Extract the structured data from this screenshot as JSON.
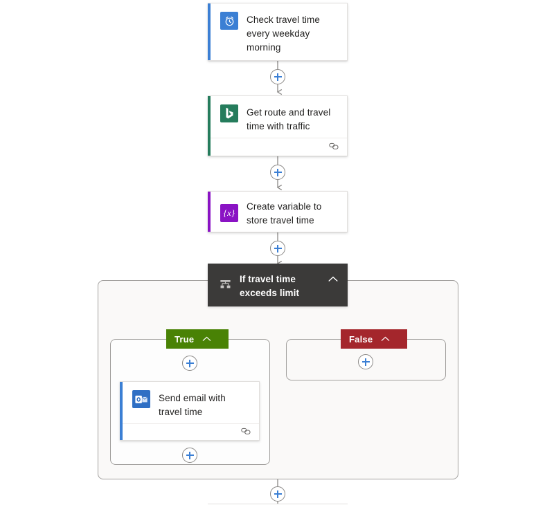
{
  "designer": {
    "name": "flow-designer-canvas",
    "background": "#ffffff"
  },
  "colors": {
    "accent_blue": "#3b7fd4",
    "accent_green": "#257c5c",
    "accent_purple": "#8a13c4",
    "condition_header": "#3b3a39",
    "true_branch": "#498205",
    "false_branch": "#a4262c",
    "scope_background": "#faf9f8",
    "border_gray": "#a19f9d",
    "connector_gray": "#8a8886"
  },
  "nodes": {
    "trigger": {
      "title": "Check travel time every weekday morning",
      "icon": "alarm-clock-icon",
      "icon_tile_color": "#3b7fd4",
      "accent_color": "#3b7fd4",
      "has_connection_footer": false
    },
    "bing_maps": {
      "title": "Get route and travel time with traffic",
      "icon": "bing-maps-icon",
      "icon_tile_color": "#257c5c",
      "accent_color": "#257c5c",
      "has_connection_footer": true,
      "footer_icon": "connections-link-icon"
    },
    "variable": {
      "title": "Create variable to store travel time",
      "icon": "variable-braces-icon",
      "icon_label": "{x}",
      "icon_tile_color": "#8a13c4",
      "accent_color": "#8a13c4",
      "has_connection_footer": false
    },
    "condition": {
      "title": "If travel time exceeds limit",
      "icon": "condition-branch-icon",
      "collapse_icon": "chevron-up-icon",
      "header_color": "#3b3a39"
    },
    "true_branch": {
      "label": "True",
      "collapse_icon": "chevron-up-icon",
      "color": "#498205"
    },
    "false_branch": {
      "label": "False",
      "collapse_icon": "chevron-up-icon",
      "color": "#a4262c"
    },
    "send_email": {
      "title": "Send email with travel time",
      "icon": "outlook-email-icon",
      "icon_tile_color": "#2f6fc4",
      "accent_color": "#3b7fd4",
      "has_connection_footer": true,
      "footer_icon": "connections-link-icon"
    }
  },
  "add_buttons": [
    {
      "name": "add-step-after-trigger",
      "label": "+"
    },
    {
      "name": "add-step-after-bing-maps",
      "label": "+"
    },
    {
      "name": "add-step-after-variable",
      "label": "+"
    },
    {
      "name": "add-step-true-branch-top",
      "label": "+"
    },
    {
      "name": "add-step-true-branch-bottom",
      "label": "+"
    },
    {
      "name": "add-step-false-branch",
      "label": "+"
    },
    {
      "name": "add-step-after-condition",
      "label": "+"
    }
  ]
}
